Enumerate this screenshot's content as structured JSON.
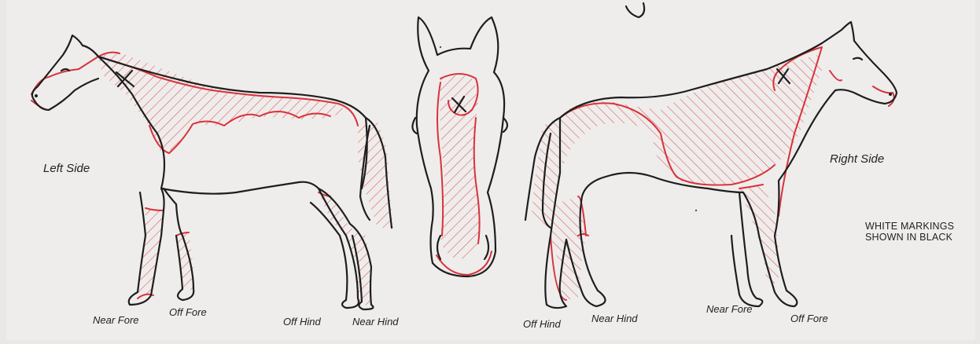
{
  "labels": {
    "left_side": "Left Side",
    "right_side": "Right Side",
    "near_fore_left": "Near Fore",
    "off_fore_left": "Off Fore",
    "off_hind_left": "Off Hind",
    "near_hind_left": "Near Hind",
    "off_hind_right": "Off Hind",
    "near_hind_right": "Near Hind",
    "near_fore_right": "Near Fore",
    "off_fore_right": "Off Fore"
  },
  "note": {
    "line1": "WHITE MARKINGS",
    "line2": "SHOWN IN BLACK"
  },
  "colors": {
    "outline": "#1e1e1e",
    "markings": "#d9323c",
    "paper": "#eeedeb"
  }
}
